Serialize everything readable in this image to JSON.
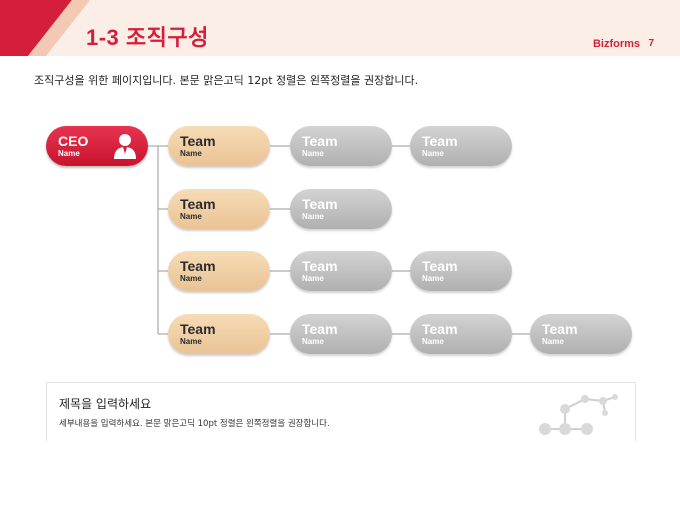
{
  "header": {
    "title": "1-3 조직구성",
    "brand": "Bizforms",
    "page_number": "7",
    "accent_color": "#d51e3a",
    "background_color": "#fbeee6"
  },
  "intro": "조직구성을 위한 페이지입니다. 본문 맑은고딕 12pt 정렬은 왼쪽정렬을 권장합니다.",
  "org": {
    "ceo": {
      "title": "CEO",
      "name": "Name",
      "icon": "person-icon",
      "color": "#d51e3a"
    },
    "rows": [
      {
        "team": {
          "title": "Team",
          "name": "Name"
        },
        "members": [
          {
            "title": "Team",
            "name": "Name"
          },
          {
            "title": "Team",
            "name": "Name"
          }
        ]
      },
      {
        "team": {
          "title": "Team",
          "name": "Name"
        },
        "members": [
          {
            "title": "Team",
            "name": "Name"
          }
        ]
      },
      {
        "team": {
          "title": "Team",
          "name": "Name"
        },
        "members": [
          {
            "title": "Team",
            "name": "Name"
          },
          {
            "title": "Team",
            "name": "Name"
          }
        ]
      },
      {
        "team": {
          "title": "Team",
          "name": "Name"
        },
        "members": [
          {
            "title": "Team",
            "name": "Name"
          },
          {
            "title": "Team",
            "name": "Name"
          },
          {
            "title": "Team",
            "name": "Name"
          }
        ]
      }
    ],
    "team_color": "#f0cfa5",
    "member_color": "#c0c0c0"
  },
  "note": {
    "title": "제목을 입력하세요",
    "body": "세부내용을 입력하세요. 본문 맑은고딕 10pt 정렬은 왼쪽정렬을 권장합니다.",
    "icon": "molecule-icon"
  }
}
